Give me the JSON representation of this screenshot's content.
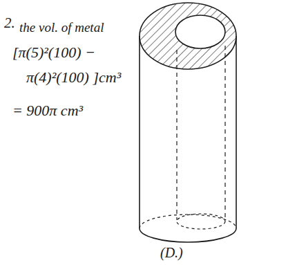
{
  "diagram": {
    "labels": [
      "2.",
      "the vol. of metal",
      "[π(5)²(100) −",
      "π(4)²(100) ]cm³",
      "= 900π cm³",
      "(D.)"
    ]
  }
}
